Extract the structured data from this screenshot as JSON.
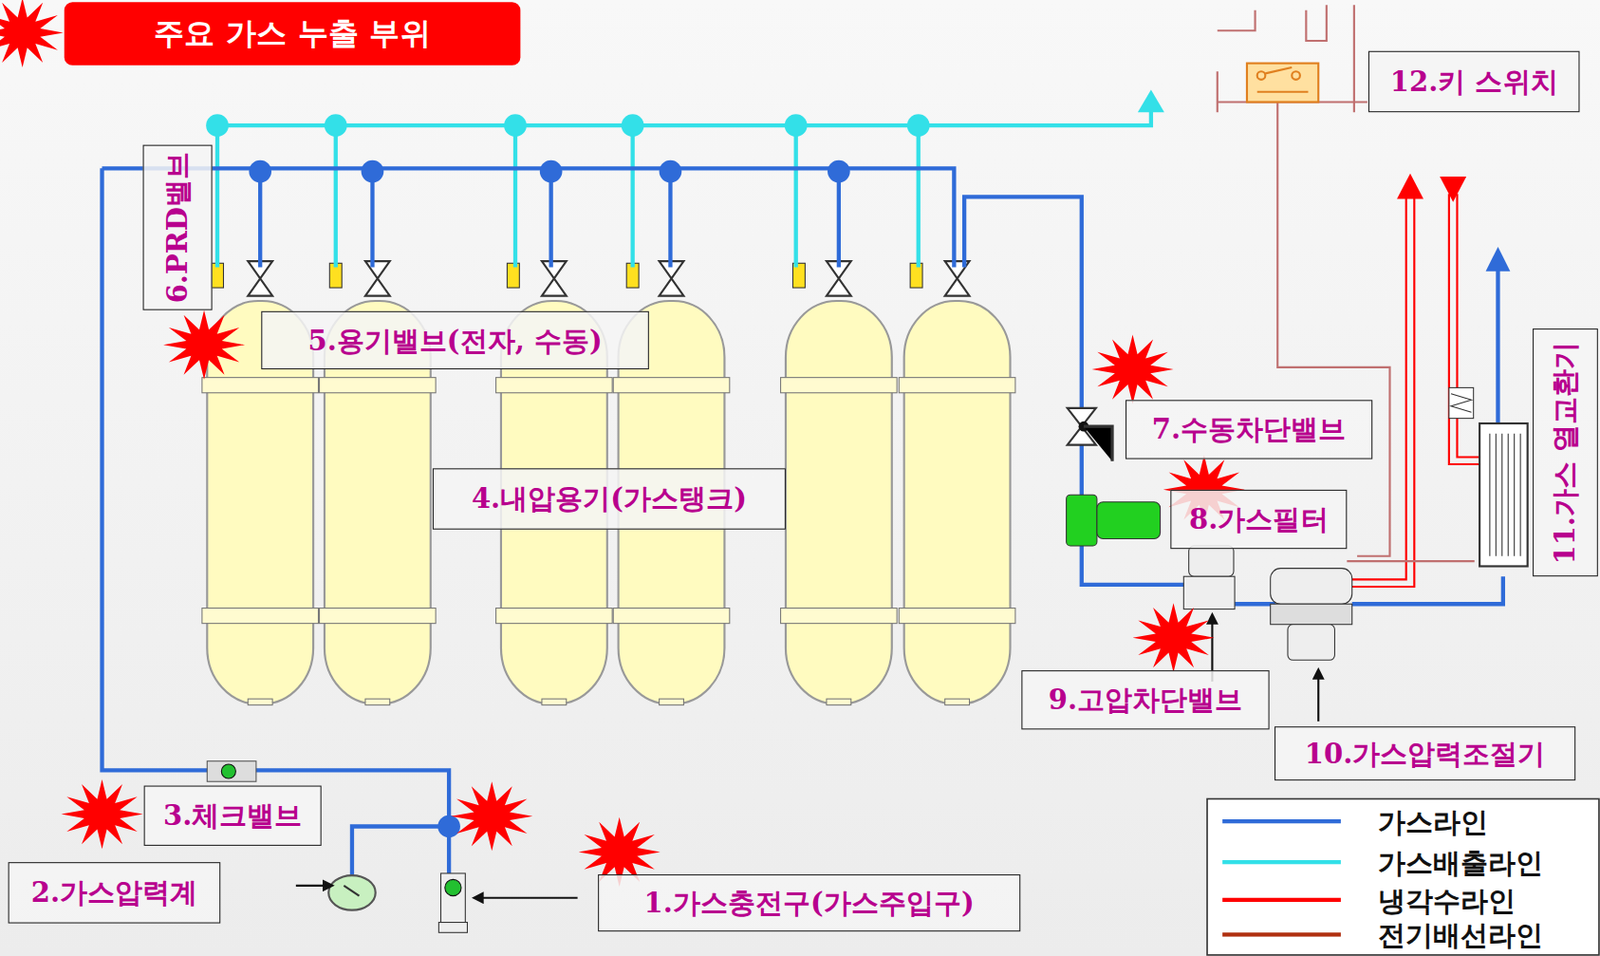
{
  "diagram": {
    "title": "주요 가스 누출 부위",
    "nodes": [
      {
        "text": [
          "12.키 스위치"
        ]
      },
      {
        "text": [
          "6.PRD밸브"
        ]
      },
      {
        "text": [
          "5.용기밸브(전자, 수동)"
        ]
      },
      {
        "text": [
          "4.내압용기(가스탱크)"
        ]
      },
      {
        "text": [
          "7.수동차단밸브"
        ]
      },
      {
        "text": [
          "8.가스필터"
        ]
      },
      {
        "text": [
          "9.고압차단밸브"
        ]
      },
      {
        "text": [
          "10.가스압력조절기"
        ]
      },
      {
        "text": [
          "11.가스 열교환기"
        ]
      },
      {
        "text": [
          "3.체크밸브"
        ]
      },
      {
        "text": [
          "2.가스압력계"
        ]
      },
      {
        "text": [
          "1.가스충전구(가스주입구)"
        ]
      }
    ],
    "legend": [
      {
        "text": "가스라인",
        "color": "#2f6bd8"
      },
      {
        "text": "가스배출라인",
        "color": "#33e0e8"
      },
      {
        "text": "냉각수라인",
        "color": "#ff0000"
      },
      {
        "text": "전기배선라인",
        "color": "#b03010"
      }
    ]
  }
}
